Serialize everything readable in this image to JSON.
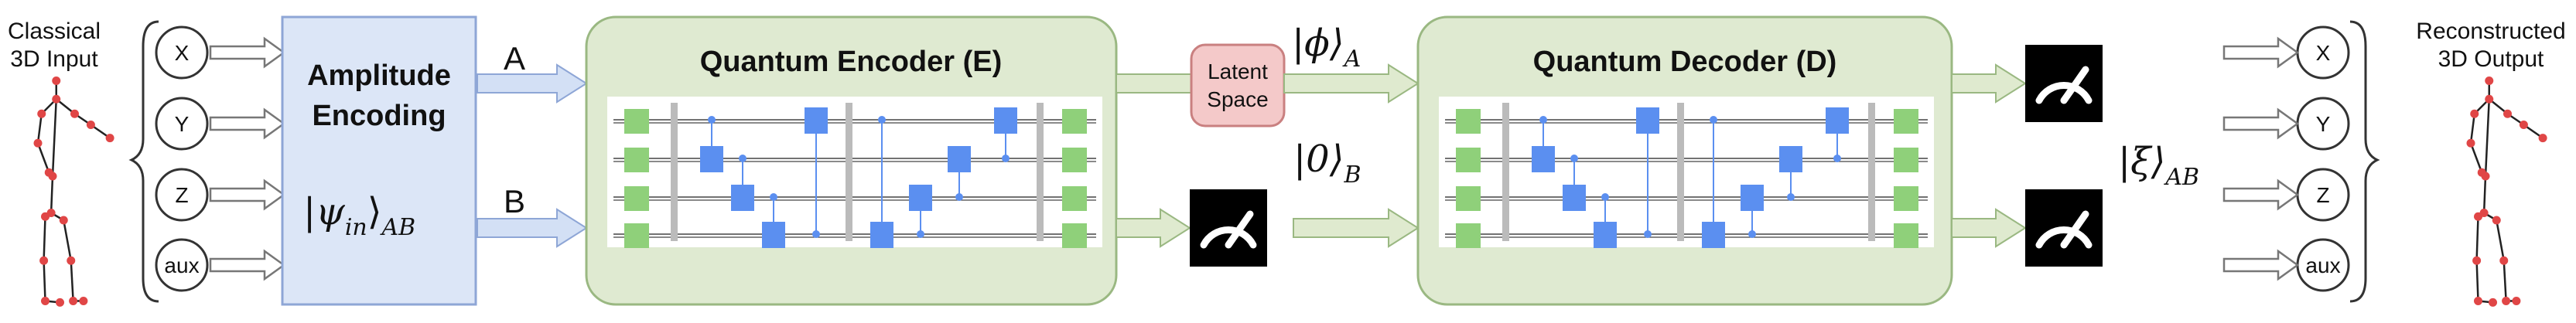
{
  "input_side": {
    "title_line1": "Classical",
    "title_line2": "3D Input",
    "nodes": [
      "X",
      "Y",
      "Z",
      "aux"
    ]
  },
  "amplitude": {
    "title_line1": "Amplitude",
    "title_line2": "Encoding",
    "state": "|ψ",
    "state_sub": "in",
    "state_close": "⟩",
    "state_after_sub": "AB"
  },
  "branch_labels": {
    "a": "A",
    "b": "B"
  },
  "encoder": {
    "title": "Quantum Encoder (E)"
  },
  "decoder": {
    "title": "Quantum Decoder (D)"
  },
  "latent": {
    "line1": "Latent",
    "line2": "Space",
    "state": "|ϕ⟩",
    "state_sub": "A",
    "zero_state": "|0⟩",
    "zero_sub": "B"
  },
  "output_state": {
    "state": "|ξ⟩",
    "state_sub": "AB"
  },
  "output_side": {
    "title_line1": "Reconstructed",
    "title_line2": "3D Output",
    "nodes": [
      "X",
      "Y",
      "Z",
      "aux"
    ]
  },
  "colors": {
    "amp_fill": "#dce6f7",
    "amp_stroke": "#8ea6d6",
    "quantum_fill": "#dfead1",
    "quantum_stroke": "#9ab882",
    "latent_fill": "#f4c9c9",
    "latent_stroke": "#c98080",
    "arrow_blue": "#d3e0f5",
    "arrow_green": "#dfeacf",
    "gate_green": "#8fd07a",
    "gate_blue": "#5b8ff0",
    "skeleton_dot": "#e04646"
  },
  "icons": [
    "measurement-icon",
    "skeleton-figure"
  ]
}
